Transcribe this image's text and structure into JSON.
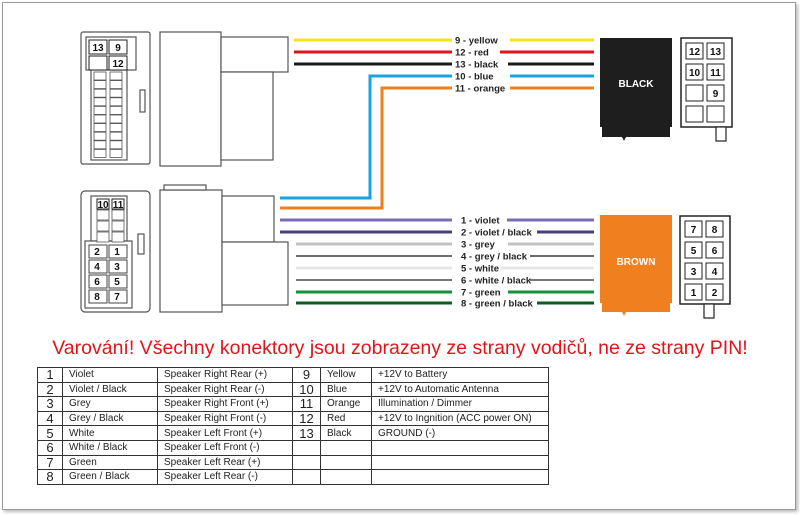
{
  "wires_top": [
    {
      "label": "9 - yellow",
      "color": "#f7e21a"
    },
    {
      "label": "12 - red",
      "color": "#e0141b"
    },
    {
      "label": "13 - black",
      "color": "#1a1a1a"
    },
    {
      "label": "10 - blue",
      "color": "#1aa3e0"
    },
    {
      "label": "11 - orange",
      "color": "#f07f1e"
    }
  ],
  "wires_bottom": [
    {
      "label": "1 - violet",
      "color": "#7a6bb8"
    },
    {
      "label": "2 - violet / black",
      "color": "#4a3f7e"
    },
    {
      "label": "3 - grey",
      "color": "#c2c2c2"
    },
    {
      "label": "4 - grey / black",
      "color": "#6e6e6e"
    },
    {
      "label": "5 - white",
      "color": "#e8e8e8"
    },
    {
      "label": "6 - white / black",
      "color": "#777777"
    },
    {
      "label": "7 - green",
      "color": "#14913a"
    },
    {
      "label": "8 - green / black",
      "color": "#0c5a26"
    }
  ],
  "connectors": {
    "black": {
      "label": "BLACK",
      "color": "#1e1e1e",
      "pins": [
        "12",
        "13",
        "10",
        "11",
        "",
        "9",
        "",
        ""
      ]
    },
    "brown": {
      "label": "BROWN",
      "color": "#f07f1e",
      "pins": [
        "7",
        "8",
        "5",
        "6",
        "3",
        "4",
        "1",
        "2"
      ]
    },
    "left_top_pins": [
      "13",
      "9",
      "",
      "12"
    ],
    "left_bottom_pins": [
      "10",
      "11",
      "2",
      "1",
      "4",
      "3",
      "6",
      "5",
      "8",
      "7"
    ]
  },
  "warning": "Varování! Všechny konektory jsou zobrazeny ze strany vodičů, ne ze strany PIN!",
  "table": [
    [
      "1",
      "Violet",
      "Speaker Right Rear (+)",
      "9",
      "Yellow",
      "+12V to Battery"
    ],
    [
      "2",
      "Violet / Black",
      "Speaker Right Rear (-)",
      "10",
      "Blue",
      "+12V to Automatic Antenna"
    ],
    [
      "3",
      "Grey",
      "Speaker Right Front (+)",
      "11",
      "Orange",
      "Illumination / Dimmer"
    ],
    [
      "4",
      "Grey / Black",
      "Speaker Right Front (-)",
      "12",
      "Red",
      "+12V to Ingnition (ACC power ON)"
    ],
    [
      "5",
      "White",
      "Speaker Left Front (+)",
      "13",
      "Black",
      "GROUND (-)"
    ],
    [
      "6",
      "White / Black",
      "Speaker Left Front (-)",
      "",
      "",
      ""
    ],
    [
      "7",
      "Green",
      "Speaker Left Rear (+)",
      "",
      "",
      ""
    ],
    [
      "8",
      "Green / Black",
      "Speaker Left Rear (-)",
      "",
      "",
      ""
    ]
  ]
}
